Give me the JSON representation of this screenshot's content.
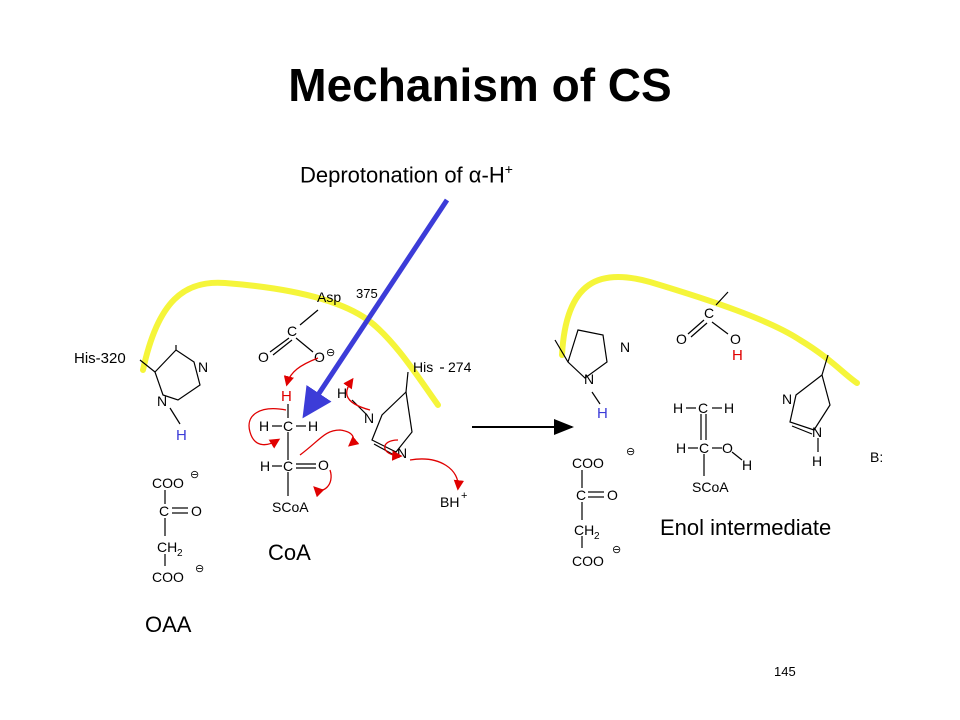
{
  "title": "Mechanism of CS",
  "annotation": {
    "prefix": "Deprotonation of ",
    "alpha": "α",
    "suffix": "-H",
    "sup": "+"
  },
  "labels": {
    "oaa": "OAA",
    "coa": "CoA",
    "enol": "Enol intermediate",
    "page_number": "145"
  },
  "residues": {
    "his320": "His-320",
    "his274": "His",
    "his274_num": "274",
    "asp": "Asp",
    "asp_num": "375",
    "bh": "BH",
    "b": "B:"
  },
  "atoms": {
    "H": "H",
    "N": "N",
    "C": "C",
    "O": "O",
    "COO": "COO",
    "CH2": "CH",
    "two": "2",
    "SCoA": "SCoA",
    "minus": "⊖",
    "plus": "+"
  },
  "colors": {
    "yellow": "#f5f53a",
    "arrow_blue": "#3c3cd8",
    "red": "#e00000"
  }
}
